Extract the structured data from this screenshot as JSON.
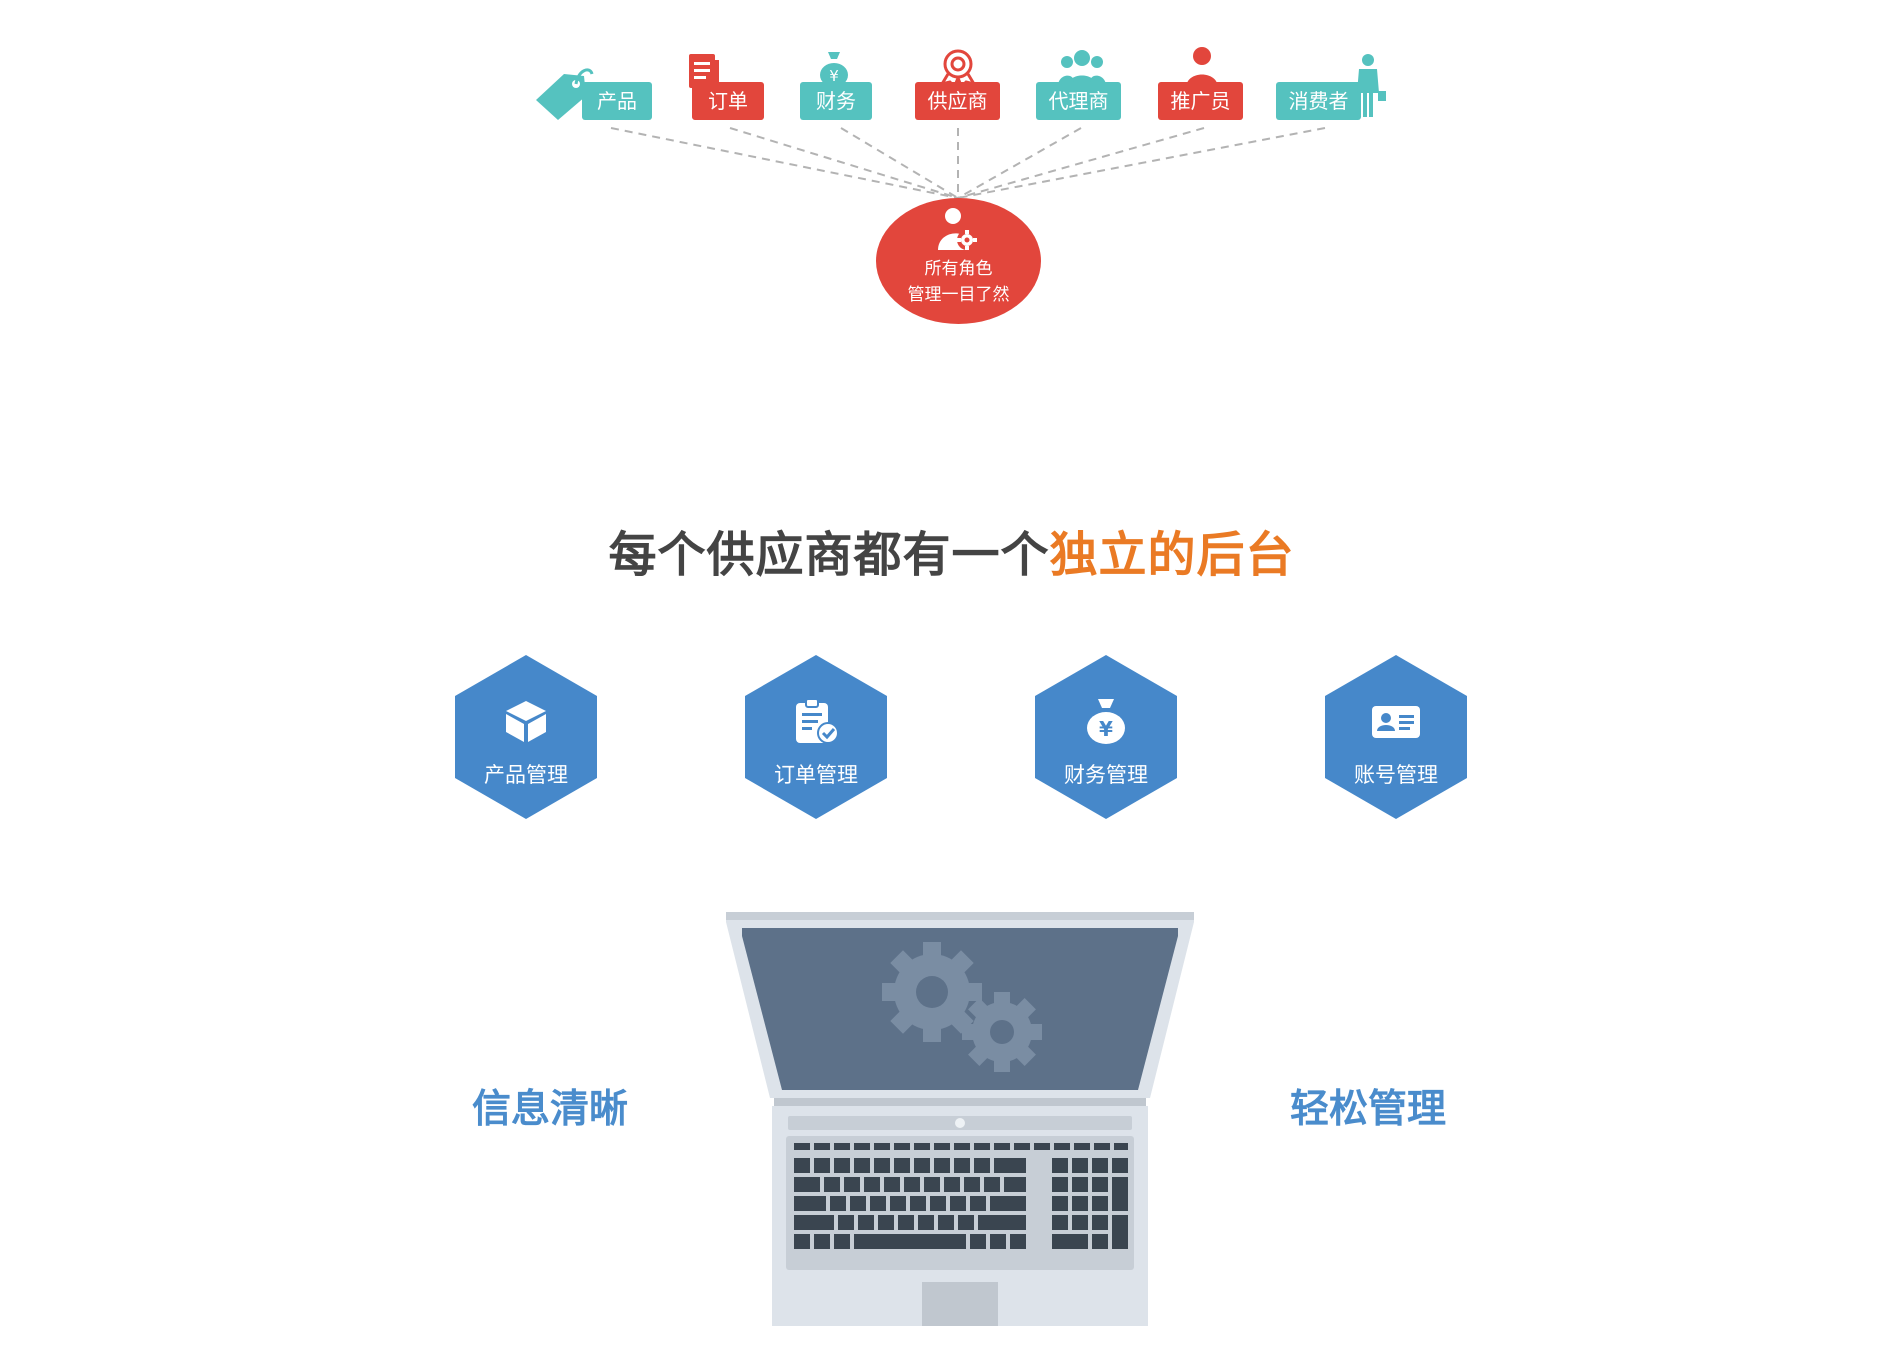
{
  "roles": [
    {
      "label": "产品",
      "icon": "tag-icon",
      "color": "#55c2bf"
    },
    {
      "label": "订单",
      "icon": "document-icon",
      "color": "#e2463c"
    },
    {
      "label": "财务",
      "icon": "money-bag-icon",
      "color": "#55c2bf"
    },
    {
      "label": "供应商",
      "icon": "award-ribbon-icon",
      "color": "#e2463c"
    },
    {
      "label": "代理商",
      "icon": "group-icon",
      "color": "#55c2bf"
    },
    {
      "label": "推广员",
      "icon": "person-icon",
      "color": "#e2463c"
    },
    {
      "label": "消费者",
      "icon": "shopper-icon",
      "color": "#55c2bf"
    }
  ],
  "hub": {
    "line1": "所有角色",
    "line2": "管理一目了然",
    "icon": "user-settings-icon",
    "color": "#e2463c"
  },
  "heading": {
    "part1": "每个供应商都有一个",
    "part2": "独立的后台",
    "color_main": "#444444",
    "color_accent": "#ea7a24"
  },
  "modules": [
    {
      "label": "产品管理",
      "icon": "box-icon"
    },
    {
      "label": "订单管理",
      "icon": "clipboard-check-icon"
    },
    {
      "label": "财务管理",
      "icon": "money-bag-icon"
    },
    {
      "label": "账号管理",
      "icon": "id-card-icon"
    }
  ],
  "module_color": "#4688ca",
  "side_left": "信息清晰",
  "side_right": "轻松管理",
  "side_color": "#4a8ccc"
}
